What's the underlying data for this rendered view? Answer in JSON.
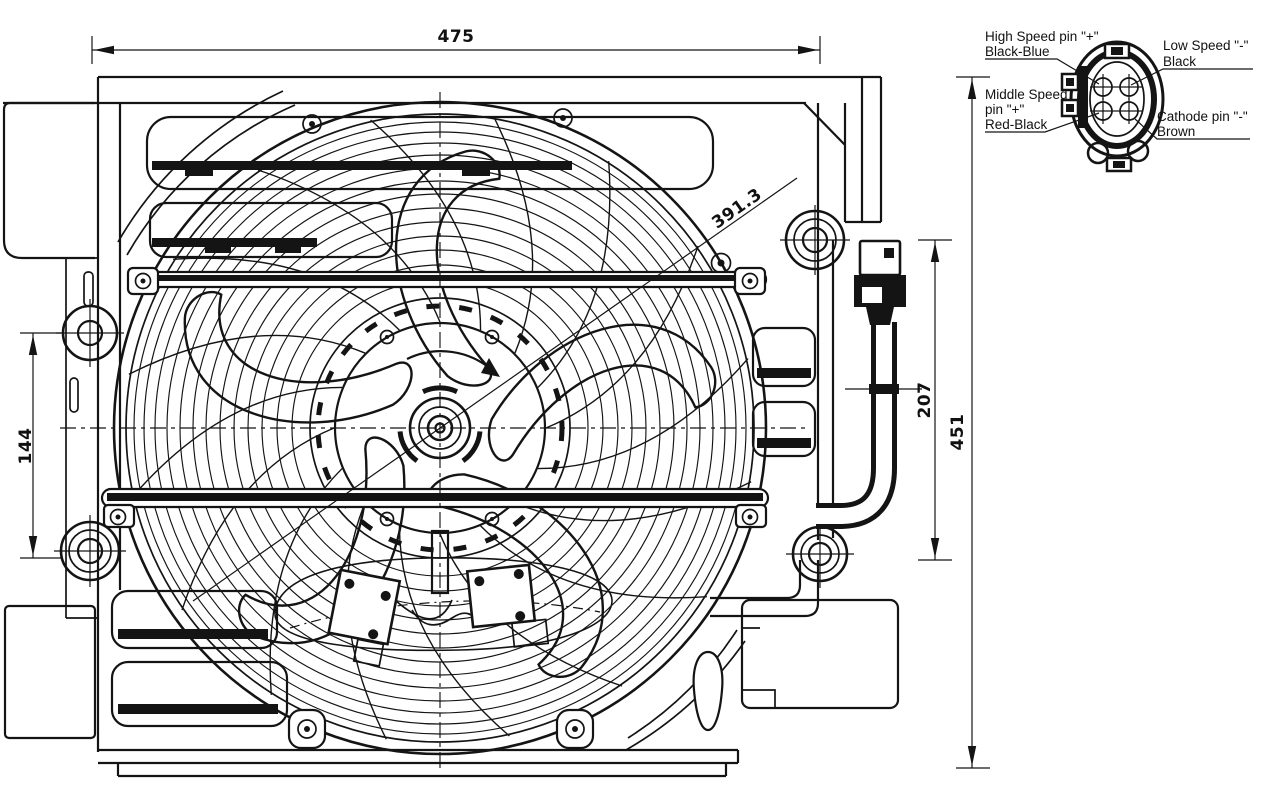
{
  "drawing": {
    "background": "#ffffff",
    "line_color": "#141414",
    "dimensions": {
      "overall_width": "475",
      "mount_hole_spacing": "144",
      "fan_diameter": "391.3",
      "connector_drop": "207",
      "overall_height": "451"
    },
    "connector_detail": {
      "high_speed": {
        "line1": "High Speed pin \"+\"",
        "line2": "Black-Blue"
      },
      "low_speed": {
        "line1": "Low Speed \"-\"",
        "line2": "Black"
      },
      "middle_speed": {
        "line1": "Middle Speed",
        "line2": "pin \"+\"",
        "line3": "Red-Black"
      },
      "cathode": {
        "line1": "Cathode pin \"-\"",
        "line2": "Brown"
      }
    }
  }
}
